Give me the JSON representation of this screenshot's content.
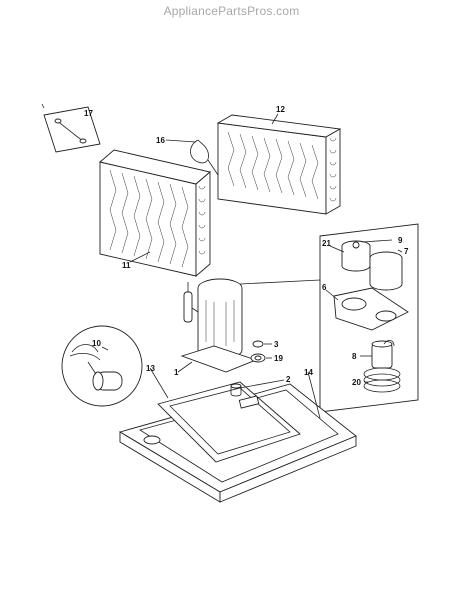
{
  "header": {
    "site": "AppliancePartsPros.com"
  },
  "labels": {
    "p1": "1",
    "p2": "2",
    "p3": "3",
    "p6": "6",
    "p7": "7",
    "p8": "8",
    "p9": "9",
    "p10": "10",
    "p11": "11",
    "p12": "12",
    "p13": "13",
    "p14": "14",
    "p16": "16",
    "p17": "17",
    "p19": "19",
    "p20": "20",
    "p21": "21"
  }
}
